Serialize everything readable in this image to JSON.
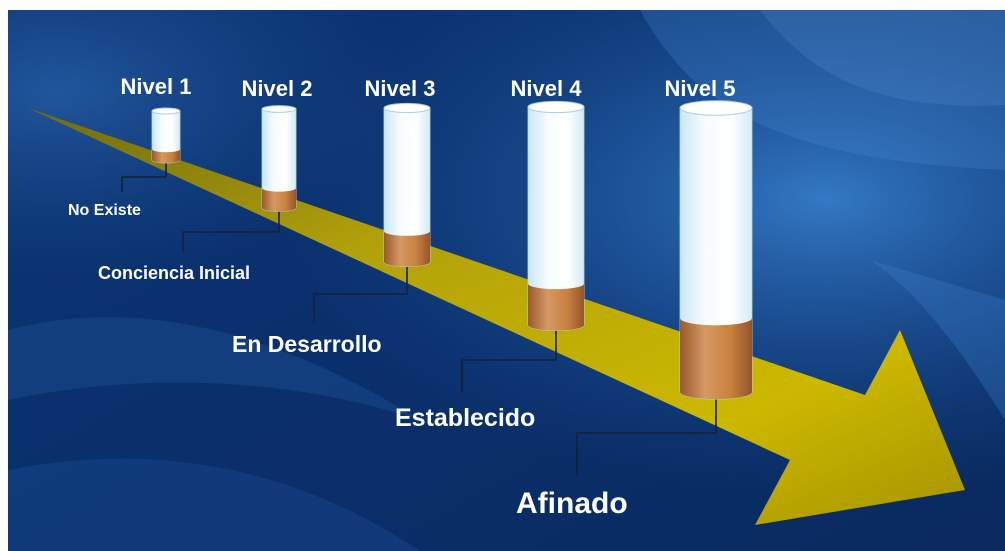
{
  "diagram": {
    "levels": [
      {
        "title": "Nivel 1",
        "label": "No Existe",
        "fill_fraction": 0.22
      },
      {
        "title": "Nivel 2",
        "label": "Conciencia Inicial",
        "fill_fraction": 0.2
      },
      {
        "title": "Nivel 3",
        "label": "En Desarrollo",
        "fill_fraction": 0.2
      },
      {
        "title": "Nivel 4",
        "label": "Establecido",
        "fill_fraction": 0.19
      },
      {
        "title": "Nivel 5",
        "label": "Afinado",
        "fill_fraction": 0.26
      }
    ],
    "colors": {
      "background_dark": "#0a2f6b",
      "background_light": "#2c6fc0",
      "arrow": "#c8b400",
      "cylinder_body": "#eef8fd",
      "cylinder_fill": "#c47a3e",
      "text": "#ffffff"
    }
  }
}
